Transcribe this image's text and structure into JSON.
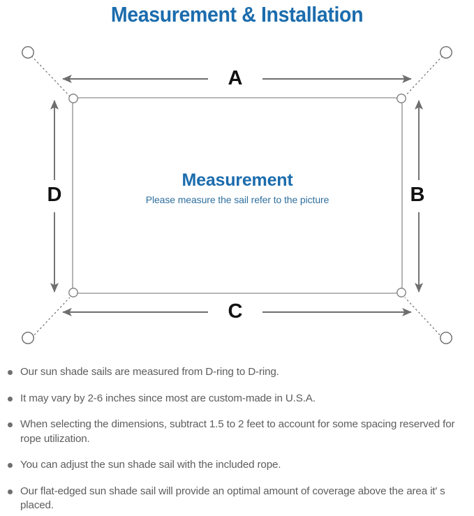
{
  "page": {
    "title": "Measurement & Installation",
    "title_color": "#1b6cad",
    "background": "#ffffff"
  },
  "diagram": {
    "name": "sun-shade-sail-measurement-diagram",
    "center_label": {
      "heading": "Measurement",
      "subtext": "Please measure the sail refer to the picture",
      "heading_color": "#1b6cad",
      "subtext_color": "#2f6f9e"
    },
    "dimension_labels": [
      {
        "id": "A",
        "label": "A",
        "edge": "top",
        "orientation": "horizontal"
      },
      {
        "id": "B",
        "label": "B",
        "edge": "right",
        "orientation": "vertical"
      },
      {
        "id": "C",
        "label": "C",
        "edge": "bottom",
        "orientation": "horizontal"
      },
      {
        "id": "D",
        "label": "D",
        "edge": "left",
        "orientation": "vertical"
      }
    ],
    "sail": {
      "shape": "rounded-rectangle",
      "stroke_color": "#8a8a8a",
      "corner_rings": 4,
      "corner_ring_name": "d-ring"
    },
    "anchor_points": {
      "count": 4,
      "name": "anchor-post-ring",
      "stroke_color": "#7a7a7a",
      "rope_style": "dotted"
    },
    "arrow_color": "#6e6e6e"
  },
  "notes": [
    "Our sun shade sails are measured from D-ring to D-ring.",
    "It may vary by 2-6 inches since most are custom-made in U.S.A.",
    "When selecting the dimensions, subtract 1.5 to 2 feet to account for some spacing reserved for rope utilization.",
    "You can adjust the sun shade sail with the included rope.",
    "Our flat-edged sun shade sail will provide an optimal amount of coverage above the area it′ s placed."
  ]
}
